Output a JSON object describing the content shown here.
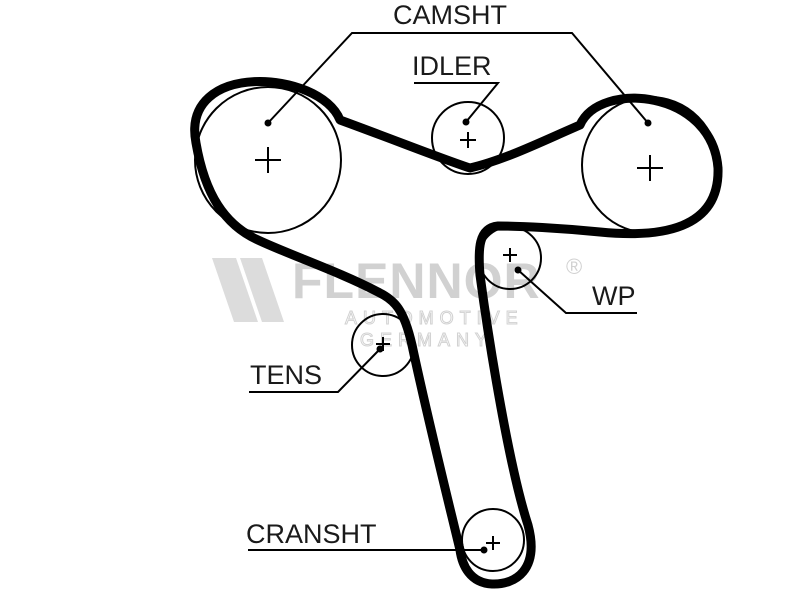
{
  "labels": {
    "camshaft": "CAMSHT",
    "idler": "IDLER",
    "water_pump": "WP",
    "tensioner": "TENS",
    "crankshaft": "CRANSHT"
  },
  "watermark": {
    "brand": "FLENNOR",
    "registered": "®",
    "line1": "AUTOMOTIVE",
    "line2": "GERMANY"
  }
}
